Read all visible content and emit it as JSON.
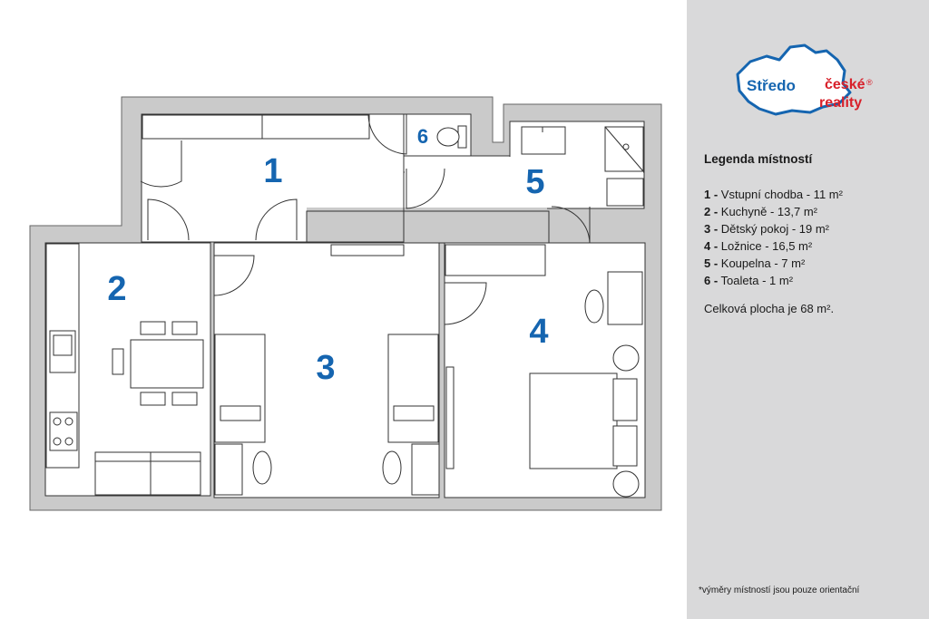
{
  "logo": {
    "word_left": "Středo",
    "word_right_top": "české",
    "word_right_bottom": "reality",
    "registered": "®",
    "colors": {
      "blue": "#1565b0",
      "red": "#d8202a"
    }
  },
  "legend": {
    "title": "Legenda místností",
    "items": [
      {
        "num": "1 -",
        "text": " Vstupní chodba - 11 m²"
      },
      {
        "num": "2 -",
        "text": " Kuchyně - 13,7 m²"
      },
      {
        "num": "3 -",
        "text": " Dětský pokoj - 19 m²"
      },
      {
        "num": "4 -",
        "text": " Ložnice - 16,5 m²"
      },
      {
        "num": "5 -",
        "text": " Koupelna - 7 m²"
      },
      {
        "num": "6 -",
        "text": " Toaleta - 1 m²"
      }
    ],
    "total": "Celková plocha je 68 m²."
  },
  "footnote": "*výměry místností jsou pouze orientační",
  "rooms": [
    "1",
    "2",
    "3",
    "4",
    "5",
    "6"
  ],
  "colors": {
    "wall": "#cacaca",
    "line": "#333333",
    "room_number": "#1565b0",
    "panel": "#d9d9da"
  }
}
